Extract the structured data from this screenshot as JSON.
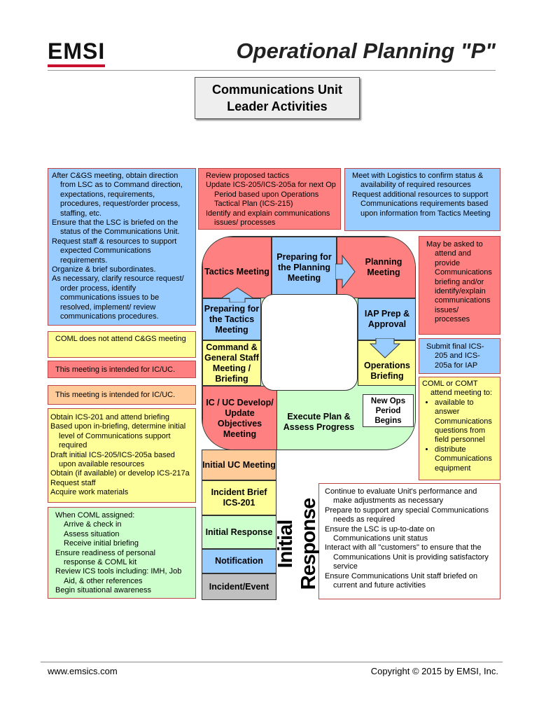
{
  "header": {
    "logo": "EMSI",
    "title": "Operational Planning \"P\"",
    "subtitle": "Communications Unit Leader Activities"
  },
  "colors": {
    "blue": "#99ccff",
    "red": "#ff8080",
    "yellow": "#ffff99",
    "orange": "#ffcc99",
    "green": "#ccffcc",
    "grey": "#c0c0c0",
    "brand": "#c8102e"
  },
  "p_cells": {
    "tactics": "Tactics Meeting",
    "prep_planning": "Preparing for the Planning Meeting",
    "planning": "Planning Meeting",
    "prep_tactics": "Preparing for the Tactics Meeting",
    "iap": "IAP Prep & Approval",
    "command": "Command & General Staff Meeting / Briefing",
    "ops": "Operations Briefing",
    "icuc": "IC / UC Develop/ Update Objectives Meeting",
    "execute": "Execute Plan & Assess Progress",
    "new_ops": "New Ops Period Begins",
    "initial_uc": "Initial UC Meeting",
    "incident_brief": "Incident Brief ICS-201",
    "initial_response": "Initial Response",
    "notification": "Notification",
    "incident": "Incident/Event",
    "vertical_label": "Initial Response"
  },
  "notes": {
    "lsc": [
      "After C&GS meeting, obtain direction from LSC as to Command direction, expectations, requirements, procedures, request/order process, staffing, etc.",
      "Ensure that the LSC is briefed on the status of the Communications Unit.",
      "Request staff & resources to support expected Communications requirements.",
      "Organize & brief subordinates.",
      "As necessary, clarify resource request/ order process, identify communications issues to be resolved, implement/ review communications procedures."
    ],
    "cgs": "COML does not attend C&GS meeting",
    "icuc1": "This meeting is intended for IC/UC.",
    "icuc2": "This meeting is intended for IC/UC.",
    "ics201": [
      "Obtain ICS-201 and attend briefing",
      "Based upon in-briefing, determine initial level of Communications support required",
      "Draft initial ICS-205/ICS-205a based upon available resources",
      "Obtain (if available) or develop ICS-217a",
      "Request staff",
      "Acquire work materials"
    ],
    "assigned": [
      "When COML assigned:",
      "Arrive & check in",
      "Assess situation",
      "Receive initial briefing",
      "Ensure readiness of personal response & COML kit",
      "Review ICS tools including: IMH, Job Aid, & other references",
      "Begin situational awareness"
    ],
    "tactics": [
      "Review proposed tactics",
      "Update ICS-205/ICS-205a for next Op Period based upon Operations Tactical Plan (ICS-215)",
      "Identify and explain communications issues/ processes"
    ],
    "logistics": [
      "Meet with Logistics to confirm status & availability of required resources",
      "Request additional resources to support Communications requirements based upon information from Tactics Meeting"
    ],
    "planning": "May be asked to attend and provide Communications briefing and/or identify/explain communications issues/ processes",
    "iap": "Submit final ICS-205 and ICS-205a for IAP",
    "ops_title": "COML or COMT attend meeting to:",
    "ops": [
      "available to answer Communications questions from field personnel",
      "distribute Communications equipment"
    ],
    "execute": [
      "Continue to evaluate Unit's performance and make adjustments as necessary",
      "Prepare to support any special Communications needs as required",
      "Ensure the LSC is up-to-date on Communications unit status",
      "Interact with all \"customers\" to ensure that the Communications Unit is providing satisfactory service",
      "Ensure Communications Unit staff briefed on current and future activities"
    ]
  },
  "footer": {
    "url": "www.emsics.com",
    "copyright": "Copyright © 2015 by EMSI, Inc."
  }
}
